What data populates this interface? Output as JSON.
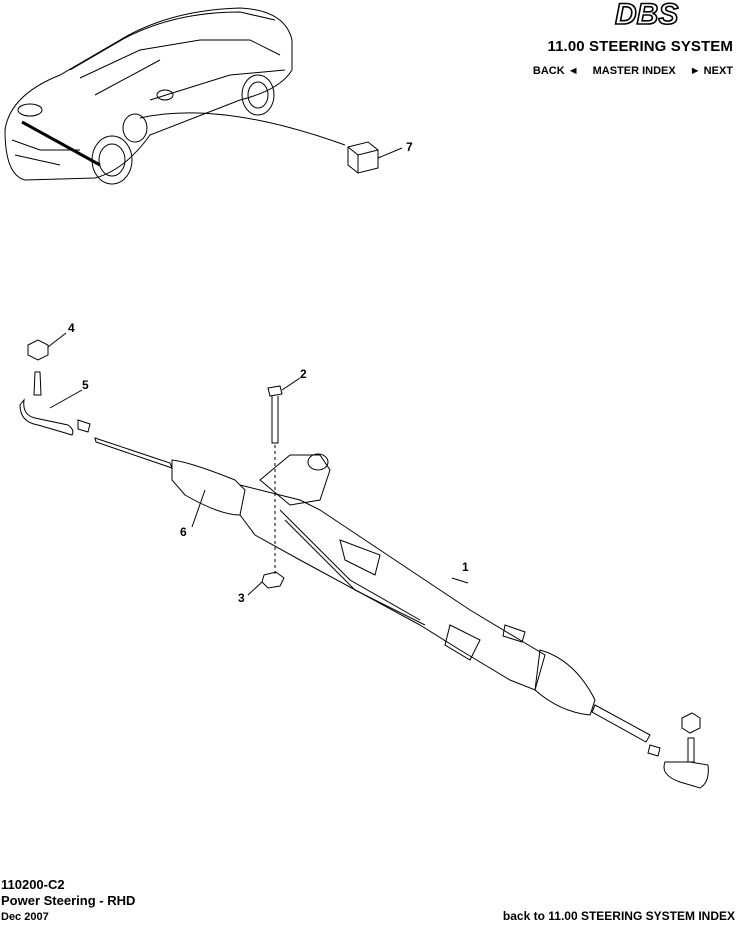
{
  "header": {
    "logo_text": "DBS",
    "section_title": "11.00 STEERING SYSTEM",
    "nav": {
      "back": "BACK ◄",
      "master_index": "MASTER INDEX",
      "next": "► NEXT"
    }
  },
  "callouts": [
    "1",
    "2",
    "3",
    "4",
    "5",
    "6",
    "7"
  ],
  "footer": {
    "code": "110200-C2",
    "name": "Power Steering - RHD",
    "date": "Dec 2007",
    "back_link": "back to 11.00 STEERING SYSTEM INDEX"
  }
}
